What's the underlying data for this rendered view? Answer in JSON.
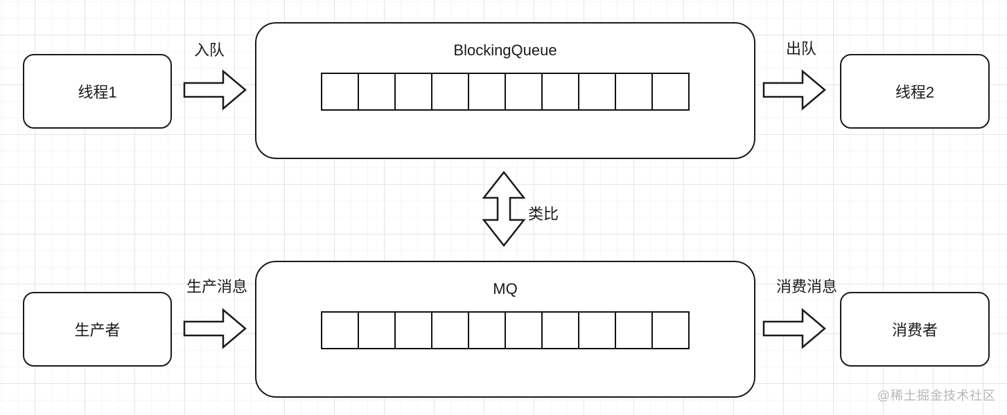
{
  "diagram": {
    "colors": {
      "stroke": "#1a1a1a",
      "background": "#ffffff",
      "grid_minor": "#f6f6f7",
      "grid_major": "#e4e4e6",
      "watermark": "#b6b6ba"
    },
    "top_row": {
      "left_box_label": "线程1",
      "enqueue_label": "入队",
      "queue_title": "BlockingQueue",
      "queue_slots": 10,
      "dequeue_label": "出队",
      "right_box_label": "线程2"
    },
    "analogy_label": "类比",
    "bottom_row": {
      "left_box_label": "生产者",
      "produce_label": "生产消息",
      "queue_title": "MQ",
      "queue_slots": 10,
      "consume_label": "消费消息",
      "right_box_label": "消费者"
    },
    "watermark": "@稀土掘金技术社区"
  }
}
